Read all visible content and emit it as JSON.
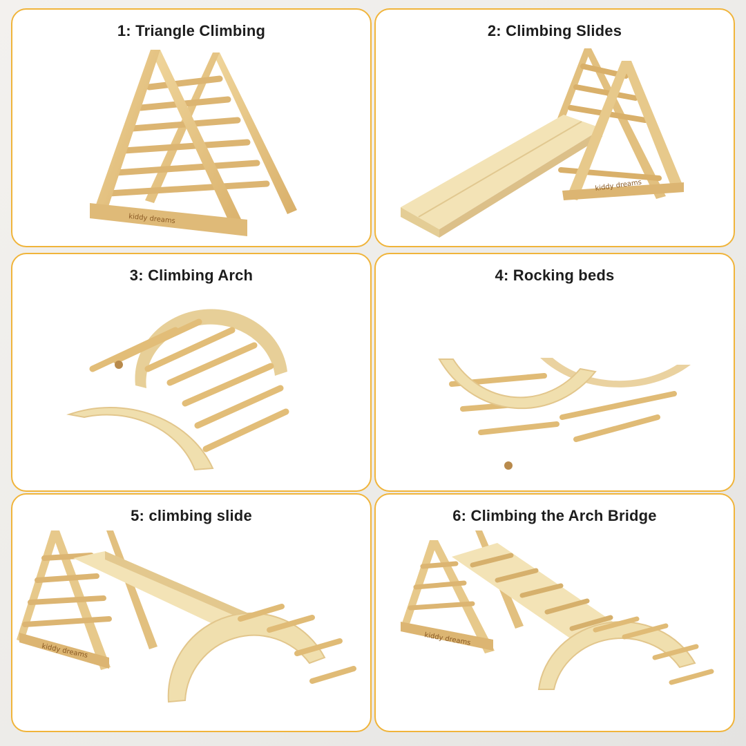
{
  "panels": [
    {
      "title": "1: Triangle Climbing",
      "brand": "kiddy dreams"
    },
    {
      "title": "2: Climbing Slides",
      "brand": "kiddy dreams"
    },
    {
      "title": "3:  Climbing Arch",
      "brand": ""
    },
    {
      "title": "4: Rocking beds",
      "brand": ""
    },
    {
      "title": "5: climbing slide",
      "brand": "kiddy dreams"
    },
    {
      "title": "6: Climbing the Arch Bridge",
      "brand": "kiddy dreams"
    }
  ],
  "colors": {
    "border": "#f0b43a",
    "wood": "#e7c98b",
    "wood_dark": "#c99d55",
    "plywood": "#efe1b8"
  }
}
